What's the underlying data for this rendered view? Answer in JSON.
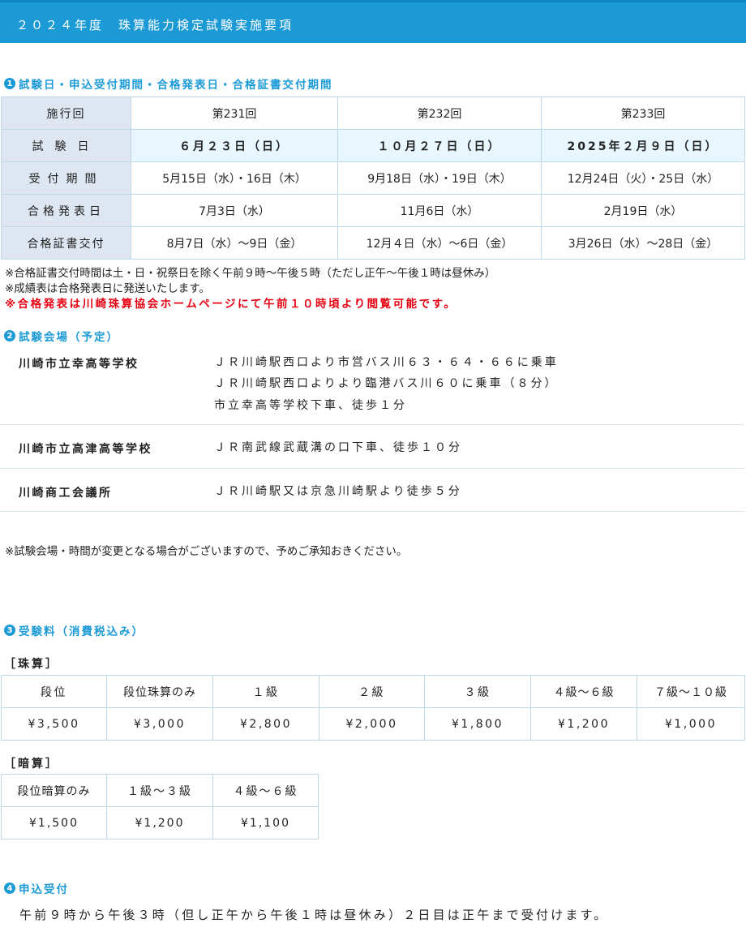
{
  "header": {
    "title": "２０２４年度　珠算能力検定試験実施要項"
  },
  "section1": {
    "num": "1",
    "title": "試験日・申込受付期間・合格発表日・合格証書交付期間",
    "table": {
      "rows": [
        [
          "施行回",
          "第231回",
          "第232回",
          "第233回"
        ],
        [
          "試験日",
          "６月２３日（日）",
          "１０月２７日（日）",
          "2025年２月９日（日）"
        ],
        [
          "受付期間",
          "5月15日（水）・16日（木）",
          "9月18日（水）・19日（木）",
          "12月24日（火）・25日（水）"
        ],
        [
          "合格発表日",
          "7月3日（水）",
          "11月6日（水）",
          "2月19日（水）"
        ],
        [
          "合格証書交付",
          "8月7日（水）～9日（金）",
          "12月４日（水）～6日（金）",
          "3月26日（水）～28日（金）"
        ]
      ]
    },
    "notes": [
      "※合格証書交付時間は土・日・祝祭日を除く午前９時～午後５時（ただし正午～午後１時は昼休み）",
      "※成績表は合格発表日に発送いたします。",
      "※合格発表は川崎珠算協会ホームページにて午前１０時頃より閲覧可能です。"
    ]
  },
  "section2": {
    "num": "2",
    "title": "試験会場（予定）",
    "venues": [
      {
        "name": "川崎市立幸高等学校",
        "lines": [
          "ＪＲ川崎駅西口より市営バス川６３・６４・６６に乗車",
          "ＪＲ川崎駅西口よりより臨港バス川６０に乗車（８分）",
          "市立幸高等学校下車、徒歩１分"
        ]
      },
      {
        "name": "川崎市立高津高等学校",
        "lines": [
          "ＪＲ南武線武蔵溝の口下車、徒歩１０分"
        ]
      },
      {
        "name": "川崎商工会議所",
        "lines": [
          "ＪＲ川崎駅又は京急川崎駅より徒歩５分"
        ]
      }
    ],
    "note": "※試験会場・時間が変更となる場合がございますので、予めご承知おきください。"
  },
  "section3": {
    "num": "3",
    "title": "受験料（消費税込み）",
    "soroban": {
      "label": "［珠算］",
      "headers": [
        "段位",
        "段位珠算のみ",
        "１級",
        "２級",
        "３級",
        "４級～６級",
        "７級～１０級"
      ],
      "values": [
        "¥3,500",
        "¥3,000",
        "¥2,800",
        "¥2,000",
        "¥1,800",
        "¥1,200",
        "¥1,000"
      ]
    },
    "anzan": {
      "label": "［暗算］",
      "headers": [
        "段位暗算のみ",
        "１級～３級",
        "４級～６級"
      ],
      "values": [
        "¥1,500",
        "¥1,200",
        "¥1,100"
      ]
    }
  },
  "section4": {
    "num": "4",
    "title": "申込受付",
    "text": "午前９時から午後３時（但し正午から午後１時は昼休み）２日目は正午まで受付けます。"
  },
  "colors": {
    "accent": "#1c9ad6",
    "header_cell": "#dde6f1",
    "date_row": "#e8f6fd",
    "alert": "#e60012"
  }
}
